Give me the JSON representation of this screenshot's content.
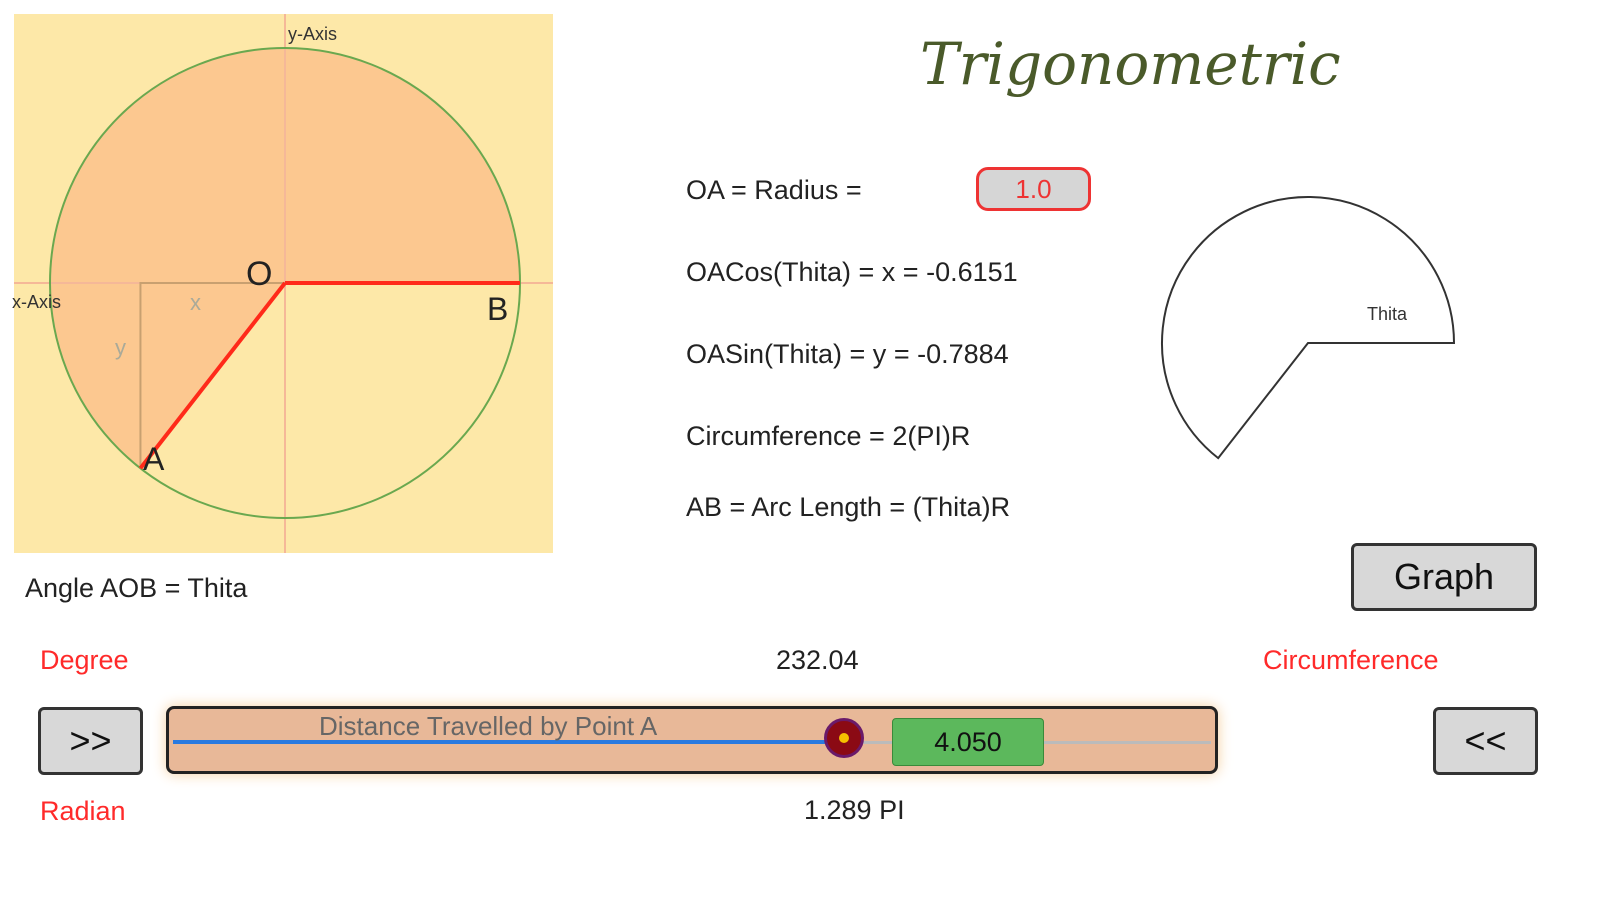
{
  "diagram": {
    "y_axis_label": "y-Axis",
    "x_axis_label": "x-Axis",
    "origin_label": "O",
    "point_a": "A",
    "point_b": "B",
    "x_label": "x",
    "y_label": "y",
    "angle_degrees": 232.04
  },
  "title": "Trigonometric",
  "formulas": {
    "radius_label": "OA = Radius =",
    "radius_value": "1.0",
    "cos": "OACos(Thita) = x = -0.6151",
    "sin": "OASin(Thita) = y = -0.7884",
    "circumference": "Circumference = 2(PI)R",
    "arc": "AB = Arc Length = (Thita)R"
  },
  "pie": {
    "label": "Thita"
  },
  "angle_caption": "Angle AOB = Thita",
  "graph_button": "Graph",
  "degree_label": "Degree",
  "degree_value": "232.04",
  "circumference_label": "Circumference",
  "forward_button": ">>",
  "back_button": "<<",
  "slider": {
    "caption": "Distance Travelled by Point A",
    "value": "4.050",
    "fraction": 0.645
  },
  "radian_label": "Radian",
  "radian_value": "1.289 PI",
  "colors": {
    "accent": "#ff2a2a",
    "track": "#e8b898",
    "panel": "#fde8a8",
    "wedge": "#fcc890"
  }
}
